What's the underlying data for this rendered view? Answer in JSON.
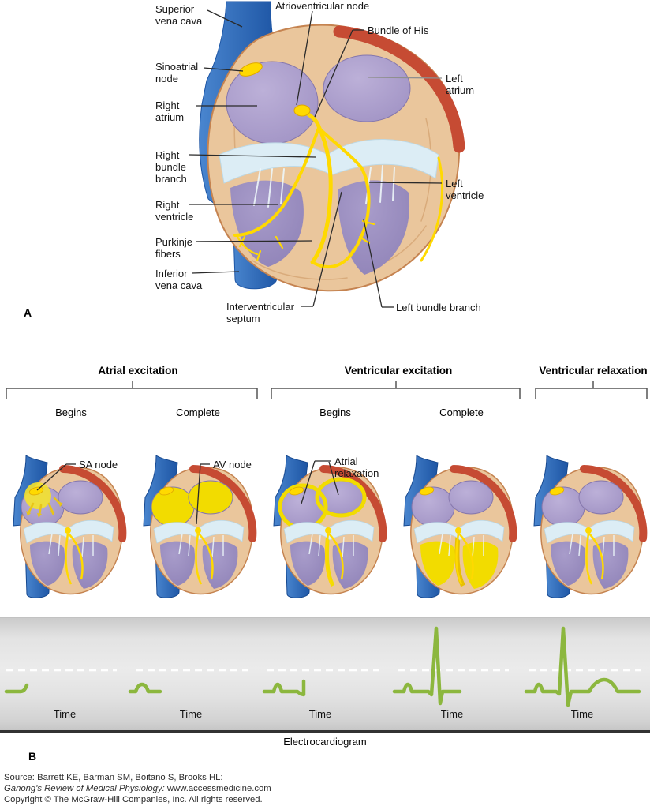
{
  "panel_a": {
    "section_letter": "A",
    "anatomy_labels": [
      {
        "id": "superior-vena-cava",
        "text": "Superior\nvena cava"
      },
      {
        "id": "sinoatrial-node",
        "text": "Sinoatrial\nnode"
      },
      {
        "id": "right-atrium",
        "text": "Right\natrium"
      },
      {
        "id": "right-bundle-branch",
        "text": "Right\nbundle\nbranch"
      },
      {
        "id": "right-ventricle",
        "text": "Right\nventricle"
      },
      {
        "id": "purkinje-fibers",
        "text": "Purkinje\nfibers"
      },
      {
        "id": "inferior-vena-cava",
        "text": "Inferior\nvena cava"
      },
      {
        "id": "atrioventricular-node",
        "text": "Atrioventricular node"
      },
      {
        "id": "bundle-of-his",
        "text": "Bundle of His"
      },
      {
        "id": "left-atrium",
        "text": "Left\natrium"
      },
      {
        "id": "left-ventricle",
        "text": "Left\nventricle"
      },
      {
        "id": "left-bundle-branch",
        "text": "Left bundle branch"
      },
      {
        "id": "interventricular-septum",
        "text": "Interventricular\nseptum"
      }
    ]
  },
  "panel_b": {
    "section_letter": "B",
    "phases": [
      {
        "title": "Atrial excitation",
        "subs": [
          "Begins",
          "Complete"
        ]
      },
      {
        "title": "Ventricular excitation",
        "subs": [
          "Begins",
          "Complete"
        ]
      },
      {
        "title": "Ventricular relaxation",
        "subs": []
      }
    ],
    "heart_labels": [
      {
        "id": "sa-node",
        "text": "SA node"
      },
      {
        "id": "av-node",
        "text": "AV node"
      },
      {
        "id": "atrial-relaxation",
        "text": "Atrial\nrelaxation"
      }
    ],
    "stages": [
      {
        "state": "sa",
        "ecg": "P wave beginning"
      },
      {
        "state": "atria",
        "ecg": "P wave complete"
      },
      {
        "state": "vbegin",
        "ecg": "P wave, QRS beginning"
      },
      {
        "state": "vfull",
        "ecg": "P wave, QRS complex complete"
      },
      {
        "state": "normal",
        "ecg": "P wave, QRS complex, T wave"
      }
    ],
    "time_axis_label": "Time",
    "ecg_caption": "Electrocardiogram"
  },
  "footer": {
    "source_line": "Source: Barrett KE, Barman SM, Boitano S, Brooks HL:",
    "book_title": "Ganong's Review of Medical Physiology:",
    "book_url": " www.accessmedicine.com",
    "copyright": "Copyright © The McGraw-Hill Companies, Inc. All rights reserved."
  },
  "colors": {
    "ecg_green": "#8CB73E",
    "excite_yellow": "#F2DC00",
    "conduction_yellow": "#FFD900",
    "conduction_edge": "#DFA800",
    "vein_blue_light": "#4A86CF",
    "vein_blue_dark": "#1D55A4",
    "wall_tan": "#EAC69C",
    "wall_edge": "#C58350",
    "outer_red": "#C64B33",
    "atrium_purple": "#9C8EC1",
    "ventricle_purple": "#8A7DB3",
    "valve_blue": "#DCEDF5",
    "leader_dark": "#2a2a2a",
    "leader_gray": "#8f8f8f",
    "dash_white": "#ffffff"
  }
}
